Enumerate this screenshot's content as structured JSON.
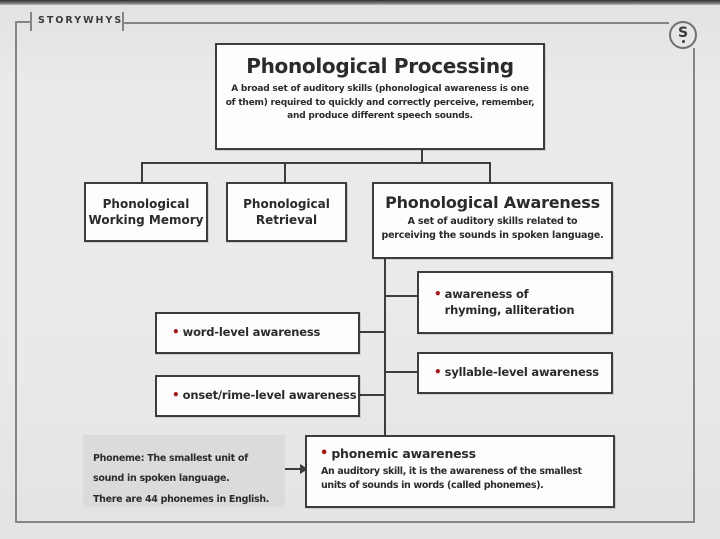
{
  "brand": {
    "name": "STORYWHYS",
    "logo_letter": "S"
  },
  "colors": {
    "background": "#e9e8e6",
    "box_border": "#3d3d3d",
    "box_fill": "#fdfdfd",
    "frame_line": "#858583",
    "bullet_red": "#9e1a1a",
    "note_fill": "#dbdbd9",
    "text": "#2b2b2b"
  },
  "diagram": {
    "root": {
      "title": "Phonological Processing",
      "description": "A broad set of auditory skills (phonological awareness is one\nof them) required to quickly and correctly perceive, remember,\nand produce different speech sounds."
    },
    "level2": [
      {
        "title": "Phonological\nWorking Memory"
      },
      {
        "title": "Phonological\nRetrieval"
      },
      {
        "title": "Phonological Awareness",
        "description": "A set of auditory skills related to\nperceiving the sounds in spoken language."
      }
    ],
    "awareness_types": [
      {
        "label": "awareness of\nrhyming, alliteration"
      },
      {
        "label": "word-level awareness"
      },
      {
        "label": "syllable-level awareness"
      },
      {
        "label": "onset/rime-level awareness"
      },
      {
        "label": "phonemic awareness",
        "description": "An auditory skill, it is the awareness of the smallest\nunits of sounds in words (called phonemes)."
      }
    ],
    "note": {
      "term": "Phoneme:",
      "text": " The smallest unit of\nsound in spoken language.\nThere are 44 phonemes in English."
    },
    "bullet_glyph": "•"
  }
}
